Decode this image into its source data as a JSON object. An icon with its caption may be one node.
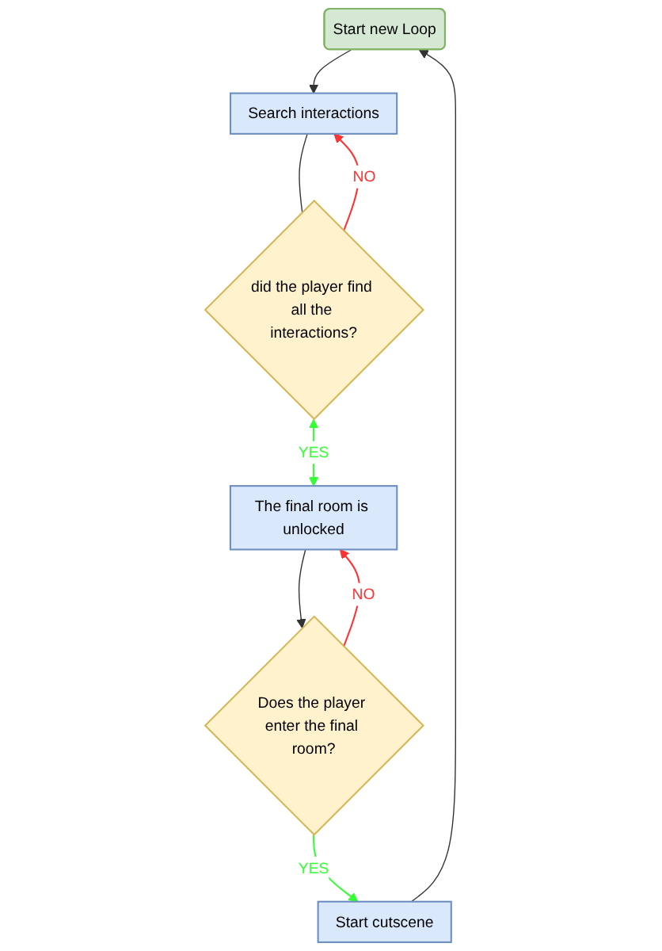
{
  "diagram": {
    "nodes": [
      {
        "text": [
          "Start new Loop"
        ]
      },
      {
        "text": [
          "Search interactions"
        ]
      },
      {
        "text": [
          "did the player find all the interactions?"
        ]
      },
      {
        "text": [
          "The final room is unlocked"
        ]
      },
      {
        "text": [
          "Does the player enter the final room?"
        ]
      },
      {
        "text": [
          "Start cutscene"
        ]
      }
    ],
    "edges": [
      {
        "from": 0,
        "to": 1,
        "arrow": "to"
      },
      {
        "from": 1,
        "to": 2,
        "arrow": "none"
      },
      {
        "from": 2,
        "to": 1,
        "arrow": "to",
        "label": "NO",
        "color": "#ff3333"
      },
      {
        "from": 2,
        "to": 3,
        "arrow": "both",
        "label": "YES",
        "color": "#33ff33"
      },
      {
        "from": 3,
        "to": 4,
        "arrow": "to"
      },
      {
        "from": 4,
        "to": 3,
        "arrow": "to",
        "label": "NO",
        "color": "#ff3333"
      },
      {
        "from": 4,
        "to": 5,
        "arrow": "to",
        "label": "YES",
        "color": "#33ff33"
      },
      {
        "from": 5,
        "to": 0,
        "arrow": "to"
      }
    ]
  }
}
